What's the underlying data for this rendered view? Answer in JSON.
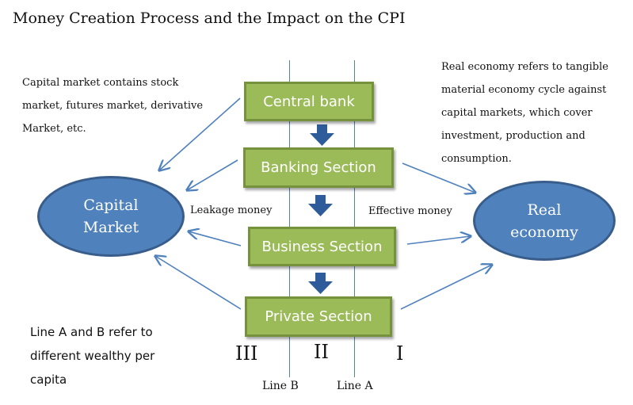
{
  "title": "Money Creation Process and the Impact on the CPI",
  "notes": {
    "capital_market": "Capital market contains stock market, futures market, derivative Market, etc.",
    "real_economy": "Real economy refers to tangible material economy cycle against capital markets, which cover investment, production and consumption.",
    "lines": "Line A and B refer to different wealthy per capita"
  },
  "boxes": {
    "central_bank": "Central bank",
    "banking": "Banking Section",
    "business": "Business Section",
    "private": "Private Section"
  },
  "ellipses": {
    "capital_line1": "Capital",
    "capital_line2": "Market",
    "real_line1": "Real",
    "real_line2": "economy"
  },
  "arrow_labels": {
    "leakage": "Leakage money",
    "effective": "Effective money"
  },
  "regions": {
    "r3": "III",
    "r2": "II",
    "r1": "I"
  },
  "lines": {
    "b": "Line B",
    "a": "Line A"
  },
  "colors": {
    "box_fill": "#9bbb59",
    "box_border": "#76923c",
    "ellipse_fill": "#4f81bd",
    "ellipse_border": "#385d8a",
    "arrow": "#4f81bd",
    "down_arrow": "#2e5c9a"
  }
}
